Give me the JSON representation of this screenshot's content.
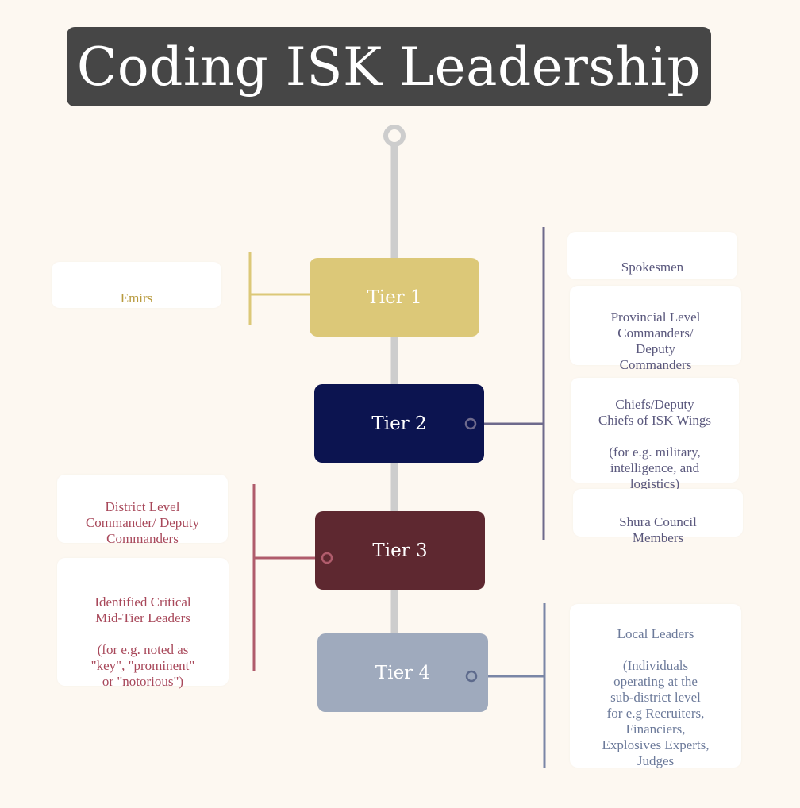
{
  "title": "Coding ISK Leadership",
  "colors": {
    "background": "#fdf8f1",
    "title_bg": "#464646",
    "trunk": "#cdcdcd",
    "tier1": "#dcc878",
    "tier2": "#0c1450",
    "tier3": "#5e2830",
    "tier4": "#9faabd",
    "tier1_text": "#b89a3e",
    "tier2_text": "#5a587d",
    "tier3_text": "#a8485a",
    "tier4_text": "#6c7a9a",
    "tier1_line": "#dcc878",
    "tier2_line": "#6e6a8c",
    "tier3_line": "#b05c6c",
    "tier4_line": "#7a86a6"
  },
  "tiers": [
    {
      "label": "Tier 1"
    },
    {
      "label": "Tier 2"
    },
    {
      "label": "Tier 3"
    },
    {
      "label": "Tier 4"
    }
  ],
  "tier1_cards": [
    {
      "text": "Emirs"
    }
  ],
  "tier2_cards": [
    {
      "text": "Spokesmen"
    },
    {
      "text": "Provincial Level\nCommanders/\nDeputy\nCommanders"
    },
    {
      "text": "Chiefs/Deputy\nChiefs of ISK Wings\n\n(for e.g. military,\nintelligence, and\nlogistics)"
    },
    {
      "text": "Shura Council\nMembers"
    }
  ],
  "tier3_cards": [
    {
      "text": "District  Level\nCommander/ Deputy\nCommanders"
    },
    {
      "text": "Identified Critical\nMid-Tier Leaders\n\n(for e.g. noted as\n\"key\", \"prominent\"\nor \"notorious\")"
    }
  ],
  "tier4_cards": [
    {
      "text": "Local Leaders\n\n(Individuals\noperating at the\nsub-district level\nfor e.g Recruiters,\nFinanciers,\nExplosives Experts,\nJudges"
    }
  ]
}
